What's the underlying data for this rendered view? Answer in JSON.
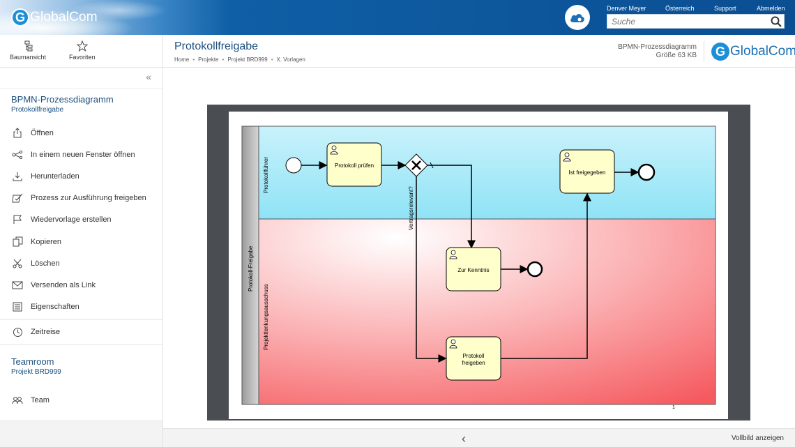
{
  "brand": {
    "name": "GlobalCom",
    "letter": "G"
  },
  "header": {
    "user": "Denver Meyer",
    "country": "Österreich",
    "support": "Support",
    "logout": "Abmelden",
    "search_placeholder": "Suche"
  },
  "toolbar": {
    "tree_view": "Baumansicht",
    "favorites": "Favoriten"
  },
  "sidebar": {
    "collapse_glyph": "«",
    "doc_type": "BPMN-Prozessdiagramm",
    "doc_name": "Protokollfreigabe",
    "items": [
      {
        "label": "Öffnen",
        "icon": "share-icon"
      },
      {
        "label": "In einem neuen Fenster öffnen",
        "icon": "network-icon"
      },
      {
        "label": "Herunterladen",
        "icon": "download-icon"
      },
      {
        "label": "Prozess zur Ausführung freigeben",
        "icon": "release-icon"
      },
      {
        "label": "Wiedervorlage erstellen",
        "icon": "flag-icon"
      },
      {
        "label": "Kopieren",
        "icon": "copy-icon"
      },
      {
        "label": "Löschen",
        "icon": "scissors-icon"
      },
      {
        "label": "Versenden als Link",
        "icon": "mail-icon"
      },
      {
        "label": "Eigenschaften",
        "icon": "properties-icon"
      }
    ],
    "time_travel": "Zeitreise",
    "teamroom_title": "Teamroom",
    "teamroom_project": "Projekt BRD999",
    "team": "Team"
  },
  "page": {
    "title": "Protokollfreigabe",
    "breadcrumb": [
      "Home",
      "Projekte",
      "Projekt BRD999",
      "X. Vorlagen"
    ],
    "doc_type": "BPMN-Prozessdiagramm",
    "doc_size": "Größe 63 KB"
  },
  "diagram": {
    "pool_label": "Protokoll-Freigabe",
    "lane_top": "Protokollführer",
    "lane_bottom": "Projektlenkungsausschuss",
    "task_review": "Protokoll prüfen",
    "gateway_label": "Vertragsrelevant?",
    "task_notice": "Zur Kenntnis",
    "task_release_1": "Protokoll",
    "task_release_2": "freigeben",
    "task_released": "Ist freigegeben",
    "page_number": "1",
    "colors": {
      "lane_top": "#8fe3f6",
      "lane_bottom": "#f55a5f",
      "task_fill": "#ffffcc"
    }
  },
  "footer": {
    "prev_glyph": "‹",
    "fullscreen": "Vollbild anzeigen"
  }
}
